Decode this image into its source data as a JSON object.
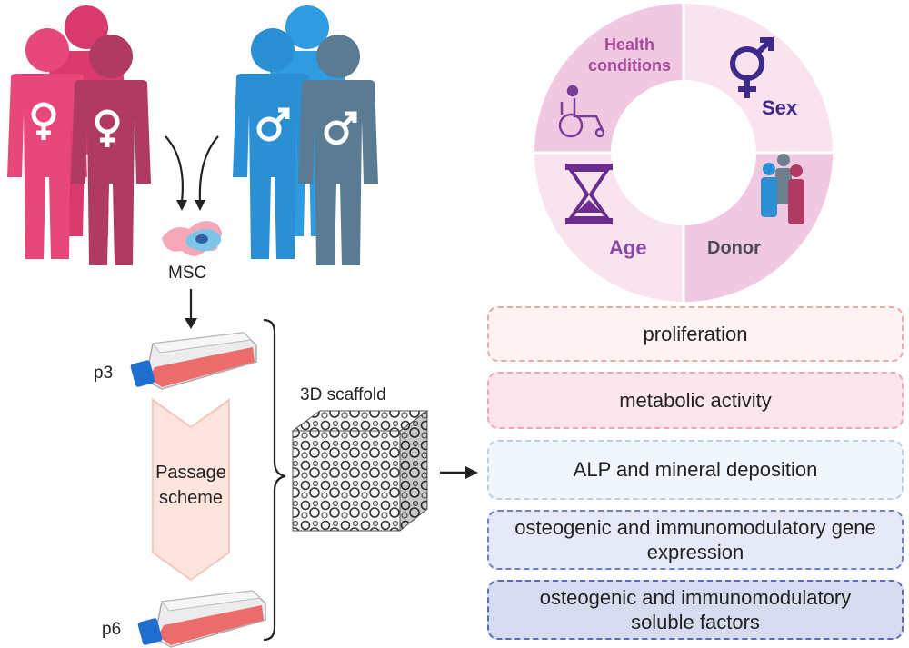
{
  "labels": {
    "msc": "MSC",
    "p3": "p3",
    "p6": "p6",
    "passage_scheme": "Passage scheme",
    "scaffold_3d": "3D scaffold"
  },
  "ring": {
    "health_line1": "Health",
    "health_line2": "conditions",
    "sex": "Sex",
    "age": "Age",
    "donor": "Donor"
  },
  "outcomes": [
    {
      "text": "proliferation",
      "border": "#f0a8a8",
      "fill": "#fdf3f2"
    },
    {
      "text": "metabolic activity",
      "border": "#f4a3bd",
      "fill": "#fbe6ee"
    },
    {
      "text": "ALP and mineral deposition",
      "border": "#b8cfe8",
      "fill": "#f0f6fc"
    },
    {
      "text": "osteogenic and immunomodulatory gene expression",
      "border": "#6d7fc8",
      "fill": "#e6e9f7"
    },
    {
      "text": "osteogenic and immunomodulatory soluble factors",
      "border": "#5a6ab8",
      "fill": "#d6dbef"
    }
  ],
  "colors": {
    "female": "#e8477a",
    "female_dark": "#b03b62",
    "female_back": "#d83a6e",
    "male": "#2b8fd4",
    "male_dark": "#5a7b91",
    "male_back": "#2f9be0",
    "ring_pink": "#f1c8e1",
    "ring_light": "#f8e3ef",
    "accent_purple": "#6a2d8c"
  }
}
